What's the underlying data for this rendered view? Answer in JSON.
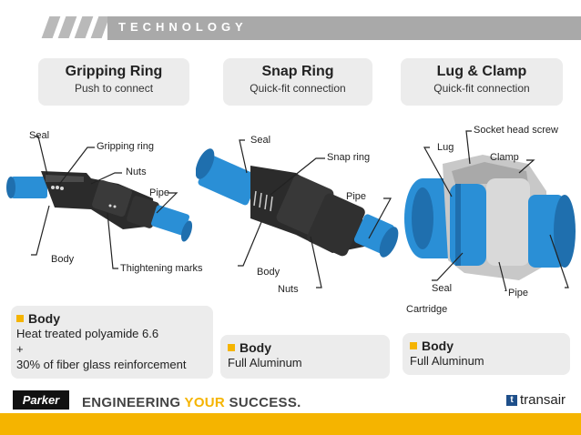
{
  "header": {
    "title": "TECHNOLOGY"
  },
  "cards": [
    {
      "title": "Gripping Ring",
      "subtitle": "Push to connect"
    },
    {
      "title": "Snap Ring",
      "subtitle": "Quick-fit connection"
    },
    {
      "title": "Lug & Clamp",
      "subtitle": "Quick-fit connection"
    }
  ],
  "diagram1": {
    "seal": "Seal",
    "gripping_ring": "Gripping ring",
    "nuts": "Nuts",
    "pipe": "Pipe",
    "body": "Body",
    "marks": "Thightening marks"
  },
  "diagram2": {
    "seal": "Seal",
    "snap_ring": "Snap ring",
    "pipe": "Pipe",
    "body": "Body",
    "nuts": "Nuts"
  },
  "diagram3": {
    "socket": "Socket head screw",
    "lug": "Lug",
    "clamp": "Clamp",
    "seal": "Seal",
    "pipe": "Pipe",
    "cartridge": "Cartridge"
  },
  "bodies": [
    {
      "heading": "Body",
      "line1": "Heat treated polyamide 6.6",
      "line2": "+",
      "line3": "30% of fiber glass reinforcement"
    },
    {
      "heading": "Body",
      "line1": "Full Aluminum"
    },
    {
      "heading": "Body",
      "line1": "Full Aluminum"
    }
  ],
  "footer": {
    "brand": "Parker",
    "tagline_a": "ENGINEERING ",
    "tagline_b": "YOUR",
    "tagline_c": " SUCCESS.",
    "partner": "transair",
    "partner_icon": "t"
  },
  "colors": {
    "accent": "#f5b400",
    "pipe": "#2a8fd6",
    "fitting": "#2b2b2b",
    "aluminum": "#c8c8c8"
  }
}
